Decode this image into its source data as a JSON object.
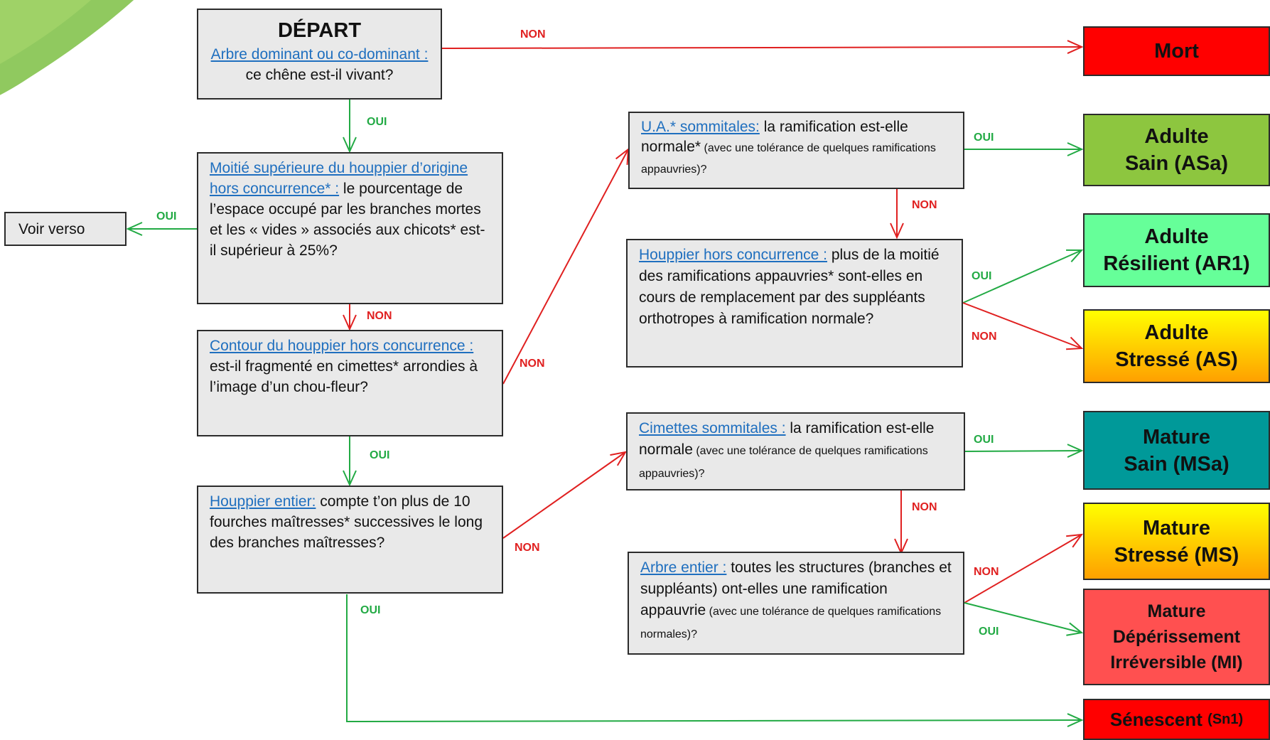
{
  "decor": {
    "leaf_color": "#7cc043"
  },
  "start": {
    "title": "DÉPART",
    "question_link": "Arbre dominant ou co-dominant :",
    "question_text": "ce chêne est-il vivant?"
  },
  "q_half": {
    "link": "Moitié supérieure du houppier d’origine hors concurrence* :",
    "text": " le pourcentage de l’espace occupé par les branches mortes et les « vides » associés aux chicots* est-il supérieur à 25%?"
  },
  "voir_verso": "Voir verso",
  "q_contour": {
    "link": "Contour du houppier hors concurrence :",
    "text": " est-il fragmenté en cimettes* arrondies à l’image d’un chou-fleur?"
  },
  "q_entier": {
    "link": "Houppier entier:",
    "text": " compte t’on plus de 10 fourches maîtresses* successives le long des branches maîtresses?"
  },
  "q_ua": {
    "link": "U.A.* sommitales:",
    "text": " la ramification est-elle normale*",
    "note": " (avec une tolérance de quelques ramifications appauvries)?"
  },
  "q_hors": {
    "link": "Houppier hors concurrence :",
    "text": " plus de la moitié des ramifications appauvries* sont-elles en cours de remplacement par des suppléants orthotropes à ramification normale?"
  },
  "q_cimettes": {
    "link": "Cimettes sommitales :",
    "text": " la ramification est-elle normale",
    "note": " (avec une tolérance de quelques ramifications appauvries)?"
  },
  "q_arbre": {
    "link": "Arbre entier :",
    "text": " toutes les structures (branches et suppléants) ont-elles une ramification appauvrie",
    "note": "  (avec une tolérance de quelques ramifications normales)?"
  },
  "results": {
    "mort": {
      "line1": "Mort",
      "color": "#ff0000"
    },
    "asa": {
      "line1": "Adulte",
      "line2": "Sain (ASa)",
      "color": "#8dc63f"
    },
    "ar1": {
      "line1": "Adulte",
      "line2": "Résilient (AR1)",
      "color": "#66ff99"
    },
    "as": {
      "line1": "Adulte",
      "line2": "Stressé (AS)",
      "color_top": "#ffff00",
      "color_bottom": "#ffa000"
    },
    "msa": {
      "line1": "Mature",
      "line2": "Sain (MSa)",
      "color": "#009999"
    },
    "ms": {
      "line1": "Mature",
      "line2": "Stressé (MS)",
      "color_top": "#ffff00",
      "color_bottom": "#ffa000"
    },
    "mi": {
      "line1": "Mature",
      "line2": "Dépérissement",
      "line3": "Irréversible (MI)",
      "color": "#ff5050"
    },
    "sn1": {
      "main": "Sénescent",
      "suffix": "(Sn1)",
      "color": "#ff0000"
    }
  },
  "labels": {
    "oui": "OUI",
    "non": "NON"
  },
  "colors": {
    "oui": "#22aa44",
    "non": "#e02020"
  }
}
